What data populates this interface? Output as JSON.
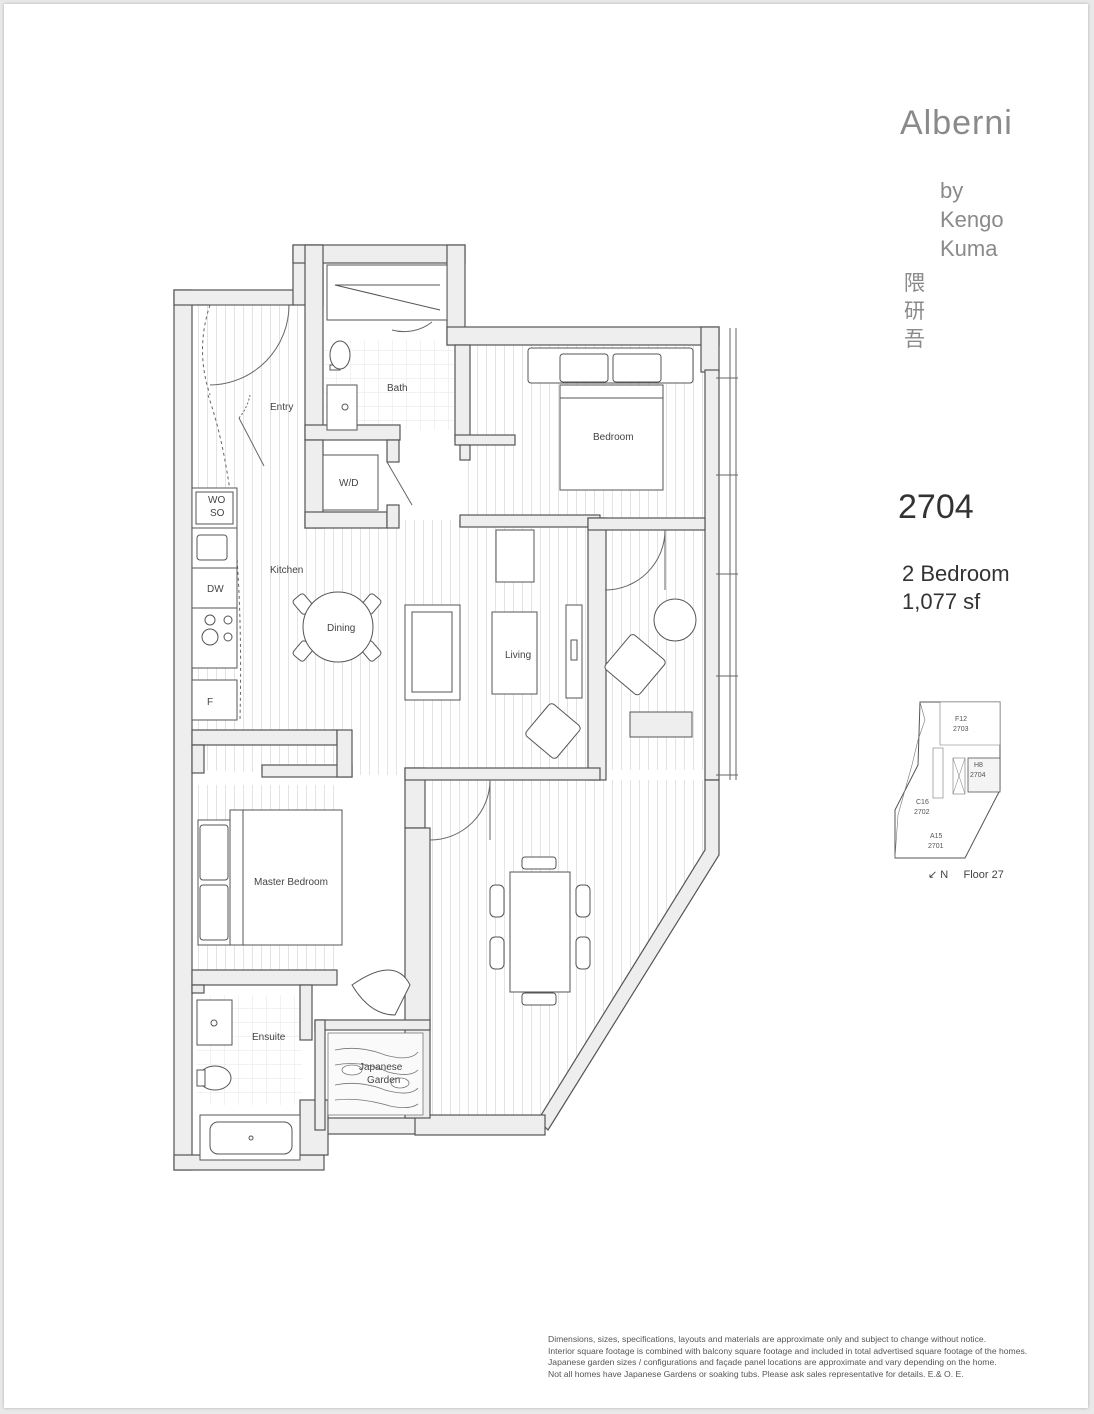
{
  "brand": {
    "title": "Alberni",
    "by_lines": [
      "by",
      "Kengo",
      "Kuma"
    ],
    "kanji": [
      "隈",
      "研",
      "吾"
    ]
  },
  "unit": {
    "number": "2704",
    "type": "2 Bedroom",
    "area": "1,077 sf"
  },
  "rooms": {
    "entry": "Entry",
    "bath": "Bath",
    "wd": "W/D",
    "bedroom": "Bedroom",
    "wo": "WO",
    "so": "SO",
    "kitchen": "Kitchen",
    "dw": "DW",
    "dining": "Dining",
    "living": "Living",
    "fridge": "F",
    "master_bedroom": "Master Bedroom",
    "ensuite": "Ensuite",
    "japanese": "Japanese",
    "garden": "Garden"
  },
  "key_plan": {
    "units": [
      {
        "code": "F12",
        "num": "2703"
      },
      {
        "code": "H8",
        "num": "2704"
      },
      {
        "code": "C16",
        "num": "2702"
      },
      {
        "code": "A15",
        "num": "2701"
      }
    ],
    "north": "N",
    "floor": "Floor 27"
  },
  "disclaimer": [
    "Dimensions, sizes, specifications, layouts and materials are approximate only and subject to change without notice.",
    "Interior square footage is combined with balcony square footage and included in total advertised square footage of the homes.",
    "Japanese garden sizes / configurations and façade panel locations are approximate and vary depending on the home.",
    "Not all homes have Japanese Gardens or soaking tubs. Please ask sales representative for details. E.& O. E."
  ],
  "colors": {
    "wall_fill": "#eeeeee",
    "wall_stroke": "#555555",
    "floor_line": "#e6e6e6",
    "brand_text": "#8a8a8a",
    "highlight_unit": "#f4f4f4"
  }
}
